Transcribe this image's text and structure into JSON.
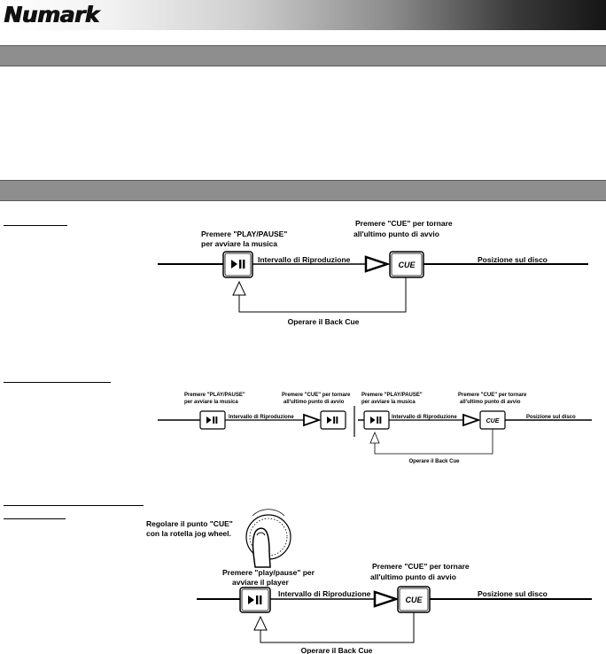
{
  "header": {
    "logo_text": "Numark"
  },
  "diagram1": {
    "play_label_1": "Premere \"PLAY/PAUSE\"",
    "play_label_2": "per avviare la musica",
    "cue_label_1": "Premere \"CUE\" per tornare",
    "cue_label_2": "all'ultimo punto di avvio",
    "interval": "Intervallo di Riproduzione",
    "cue_button": "CUE",
    "position": "Posizione sul disco",
    "back_cue": "Operare il Back Cue"
  },
  "diagram2": {
    "play_label_1": "Premere \"PLAY/PAUSE\"",
    "play_label_2": "per avviare la musica",
    "cue_label_1": "Premere \"CUE\" per tornare",
    "cue_label_2": "all'ultimo punto di avvio",
    "interval": "Intervallo di Riproduzione",
    "play_label_1b": "Premere \"PLAY/PAUSE\"",
    "play_label_2b": "per avviare la musica",
    "cue_label_1b": "Premere \"CUE\" per tornare",
    "cue_label_2b": "all'ultimo punto di avvio",
    "interval_b": "Intervallo di Riproduzione",
    "cue_button": "CUE",
    "position": "Posizione sul disco",
    "back_cue": "Operare il Back Cue"
  },
  "diagram3": {
    "jog_label_1": "Regolare il punto \"CUE\"",
    "jog_label_2": "con la rotella jog wheel.",
    "play_label_1": "Premere \"play/pause\" per",
    "play_label_2": "avviare il player",
    "cue_label_1": "Premere \"CUE\" per tornare",
    "cue_label_2": "all'ultimo punto di avvio",
    "interval": "Intervallo di Riproduzione",
    "cue_button": "CUE",
    "position": "Posizione sul disco",
    "back_cue": "Operare il Back Cue"
  }
}
